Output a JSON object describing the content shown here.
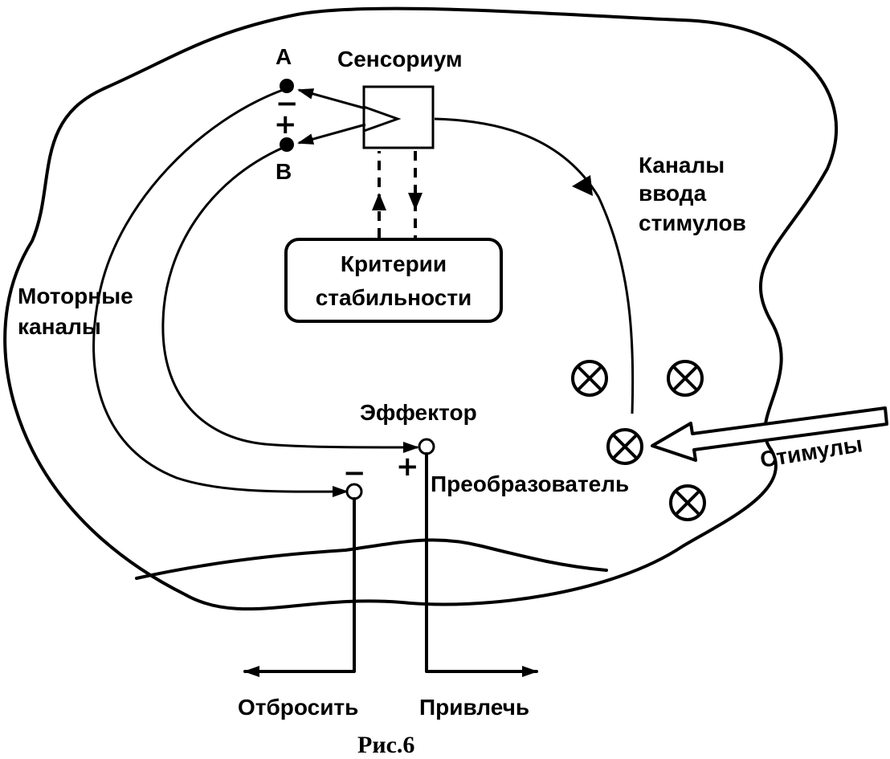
{
  "labels": {
    "point_a": "A",
    "point_b": "B",
    "sensorium": "Сенсориум",
    "criteria_line1": "Критерии",
    "criteria_line2": "стабильности",
    "input_channels_line1": "Каналы",
    "input_channels_line2": "ввода",
    "input_channels_line3": "стимулов",
    "motor_channels_line1": "Моторные",
    "motor_channels_line2": "каналы",
    "effector": "Эффектор",
    "transducer": "Преобразователь",
    "stimuli": "Стимулы",
    "reject": "Отбросить",
    "attract": "Привлечь",
    "sign_minus": "−",
    "sign_plus": "+",
    "caption": "Рис.6"
  }
}
